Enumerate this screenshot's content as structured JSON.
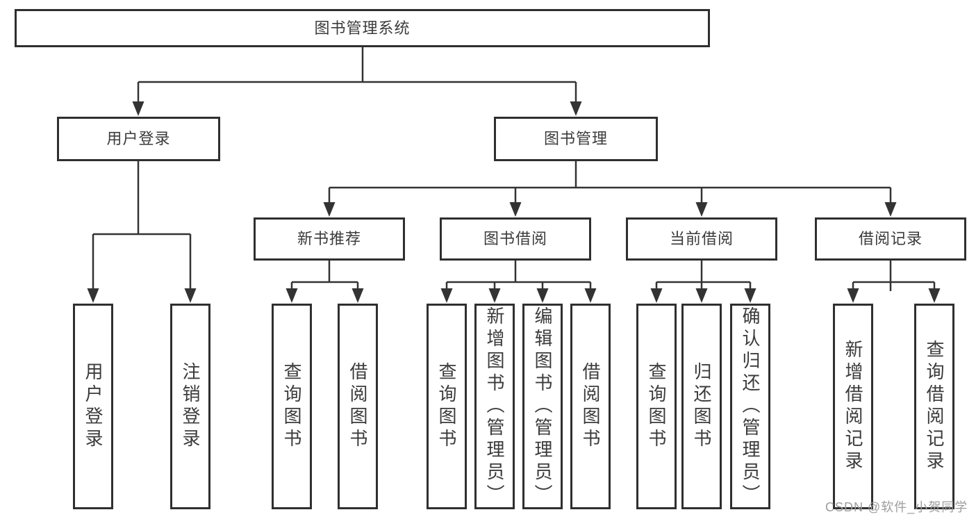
{
  "tree": {
    "root": {
      "label": "图书管理系统"
    },
    "branches": [
      {
        "label": "用户登录",
        "children": [
          {
            "label": "用户登录"
          },
          {
            "label": "注销登录"
          }
        ]
      },
      {
        "label": "图书管理",
        "sections": [
          {
            "label": "新书推荐",
            "children": [
              {
                "label": "查询图书"
              },
              {
                "label": "借阅图书"
              }
            ]
          },
          {
            "label": "图书借阅",
            "children": [
              {
                "label": "查询图书"
              },
              {
                "label": "新增图书（管理员）"
              },
              {
                "label": "编辑图书（管理员）"
              },
              {
                "label": "借阅图书"
              }
            ]
          },
          {
            "label": "当前借阅",
            "children": [
              {
                "label": "查询图书"
              },
              {
                "label": "归还图书"
              },
              {
                "label": "确认归还（管理员）"
              }
            ]
          },
          {
            "label": "借阅记录",
            "children": [
              {
                "label": "新增借阅记录"
              },
              {
                "label": "查询借阅记录"
              }
            ]
          }
        ]
      }
    ]
  },
  "watermark": {
    "text": "CSDN @软件_小贺同学"
  },
  "colors": {
    "line": "#333333",
    "box_border": "#2f2f2f",
    "text": "#3b3b3b",
    "watermark": "#9d9d9d",
    "background": "#ffffff"
  }
}
